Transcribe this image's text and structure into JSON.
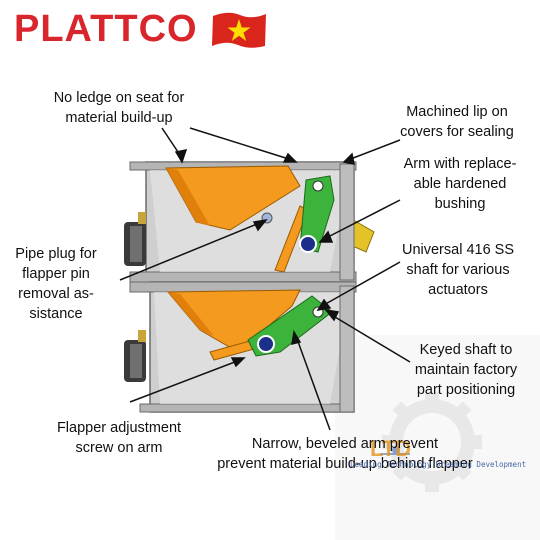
{
  "brand": {
    "name": "PLATTCO",
    "flag_colors": {
      "red": "#da251d",
      "star": "#ffdd00"
    }
  },
  "labels": {
    "no_ledge": "No ledge on seat for\nmaterial build-up",
    "machined_lip": "Machined lip on\ncovers for sealing",
    "arm": "Arm with replace-\nable hardened\nbushing",
    "pipe_plug": "Pipe plug for\nflapper pin\nremoval as-\nsistance",
    "universal_shaft": "Universal 416 SS\nshaft for various\nactuators",
    "keyed_shaft": "Keyed shaft to\nmaintain factory\npart positioning",
    "flapper_adjust": "Flapper adjustment\nscrew on arm",
    "narrow_beveled": "Narrow, beveled arm   prevent\nprevent material build-up behind flapper"
  },
  "watermark": {
    "logo": "LTD",
    "text": "Leading Technology Dreaming Development"
  },
  "colors": {
    "orange": "#f39a1f",
    "green": "#3cb43c",
    "gray": "#c9c9c9",
    "dark_gray": "#8a8a8a",
    "brand_red": "#d8262c"
  }
}
